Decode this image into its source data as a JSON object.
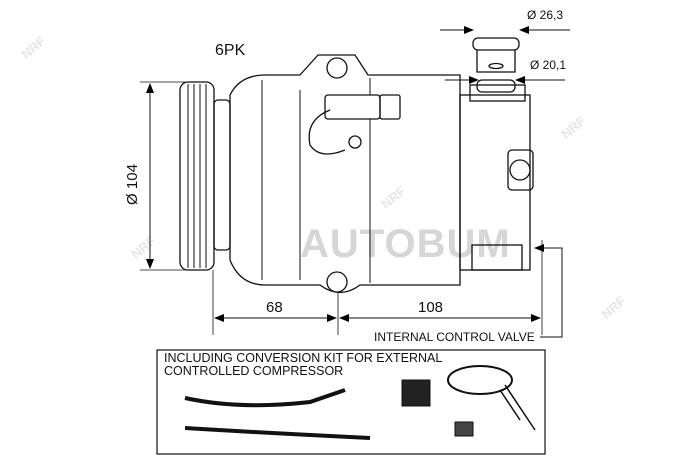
{
  "dimensions": {
    "outer_port": "Ø 26,3",
    "inner_port": "Ø 20,1",
    "pulley_type": "6PK",
    "pulley_diameter": "Ø 104",
    "length_front": "68",
    "length_rear": "108"
  },
  "callout": "INTERNAL CONTROL VALVE",
  "kit_note": {
    "line1": "INCLUDING CONVERSION KIT FOR EXTERNAL",
    "line2": "CONTROLLED COMPRESSOR"
  },
  "watermark": "AUTOBUM",
  "brand_watermark": "NRF"
}
